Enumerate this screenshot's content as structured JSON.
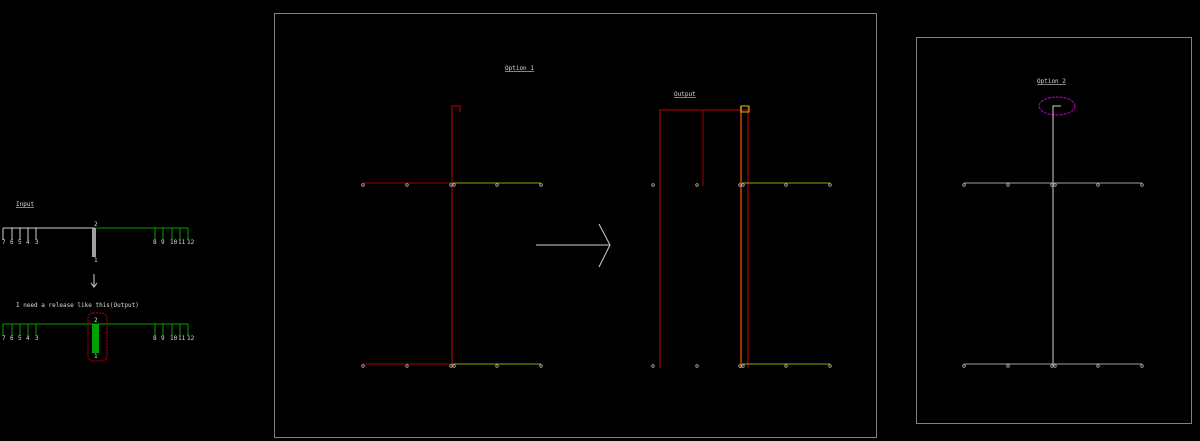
{
  "input_panel": {
    "title": "Input",
    "caption": "I need a release like this(Output)",
    "left_numbers": [
      "7",
      "6",
      "5",
      "4",
      "3"
    ],
    "right_numbers": [
      "8",
      "9",
      "10",
      "11",
      "12"
    ],
    "top_node": "2",
    "bottom_node": "1"
  },
  "option1": {
    "title": "Option 1"
  },
  "output": {
    "title": "Output"
  },
  "option2": {
    "title": "Option 2"
  },
  "colors": {
    "green": "#00a000",
    "red": "#c00000",
    "olive": "#a0a000",
    "white": "#d0d0d0",
    "frame": "#808080",
    "magenta": "#c000c0"
  }
}
